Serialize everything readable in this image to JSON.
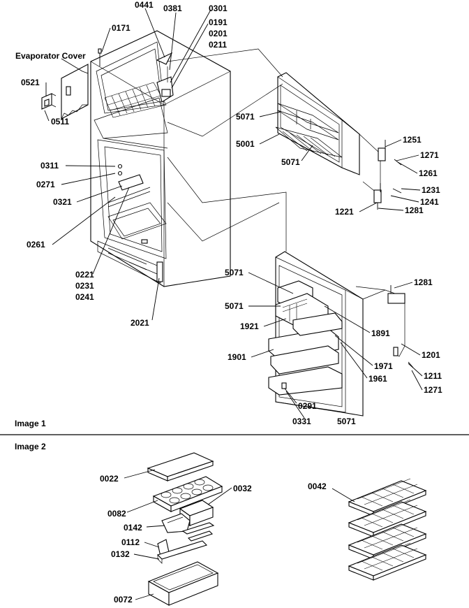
{
  "captions": {
    "image1": "Image 1",
    "image2": "Image 2"
  },
  "labels": {
    "evaporator_cover": "Evaporator Cover",
    "p0441": "0441",
    "p0381": "0381",
    "p0301": "0301",
    "p0191": "0191",
    "p0201": "0201",
    "p0211": "0211",
    "p0171": "0171",
    "p0521": "0521",
    "p0511": "0511",
    "p0311": "0311",
    "p0271": "0271",
    "p0321": "0321",
    "p0261": "0261",
    "p0221": "0221",
    "p0231": "0231",
    "p0241": "0241",
    "p2021": "2021",
    "p5071a": "5071",
    "p5001": "5001",
    "p5071b": "5071",
    "p1251": "1251",
    "p1271a": "1271",
    "p1261": "1261",
    "p1231": "1231",
    "p1241": "1241",
    "p1221": "1221",
    "p1281a": "1281",
    "p5071c": "5071",
    "p5071d": "5071",
    "p1921": "1921",
    "p1901": "1901",
    "p1281b": "1281",
    "p1891": "1891",
    "p1201": "1201",
    "p1971": "1971",
    "p1961": "1961",
    "p1211": "1211",
    "p1271b": "1271",
    "p0291": "0291",
    "p0331": "0331",
    "p5071e": "5071",
    "p0022": "0022",
    "p0032": "0032",
    "p0082": "0082",
    "p0142": "0142",
    "p0112": "0112",
    "p0132": "0132",
    "p0072": "0072",
    "p0042": "0042"
  }
}
